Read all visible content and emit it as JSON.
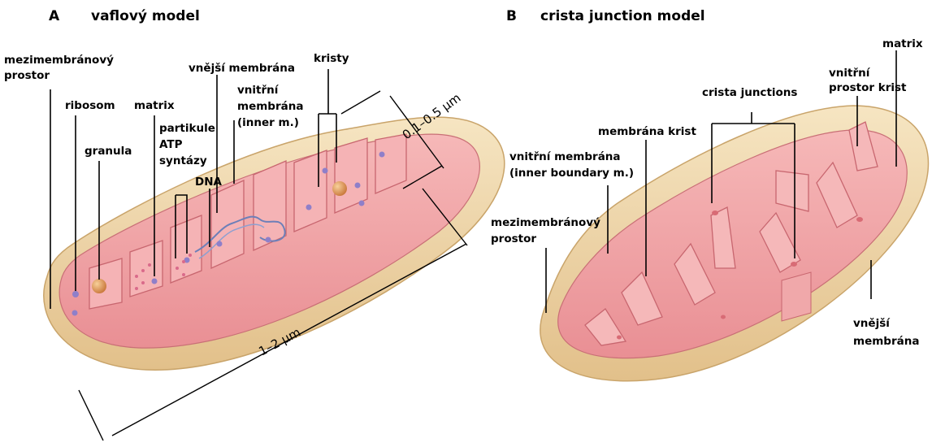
{
  "panel_a": {
    "letter": "A",
    "title": "vaflový model",
    "labels": {
      "intermembrane_1": "mezimembránový",
      "intermembrane_2": "prostor",
      "ribosome": "ribosom",
      "matrix": "matrix",
      "granule": "granula",
      "atp_1": "partikule",
      "atp_2": "ATP",
      "atp_3": "syntázy",
      "dna": "DNA",
      "outer_membrane": "vnější membrána",
      "inner_1": "vnitřní",
      "inner_2": "membrána",
      "inner_3": "(inner m.)",
      "cristae": "kristy"
    },
    "dim_width": "0.1–0.5 μm",
    "dim_length": "1–2 μm"
  },
  "panel_b": {
    "letter": "B",
    "title": "crista junction model",
    "labels": {
      "matrix": "matrix",
      "crista_space_1": "vnitřní",
      "crista_space_2": "prostor krist",
      "crista_junctions": "crista junctions",
      "crista_membrane": "membrána krist",
      "inner_boundary_1": "vnitřní membrána",
      "inner_boundary_2": "(inner boundary m.)",
      "intermembrane_1": "mezimembránový",
      "intermembrane_2": "prostor",
      "outer_1": "vnější",
      "outer_2": "membrána"
    }
  },
  "colors": {
    "outer_membrane": "#f3dcb0",
    "outer_membrane_shade": "#d9b77e",
    "inner_membrane": "#f2a5a8",
    "matrix": "#f7c4c2",
    "crista": "#e88a90",
    "ribosome": "#8f7fc9",
    "granule": "#e8a25a"
  }
}
